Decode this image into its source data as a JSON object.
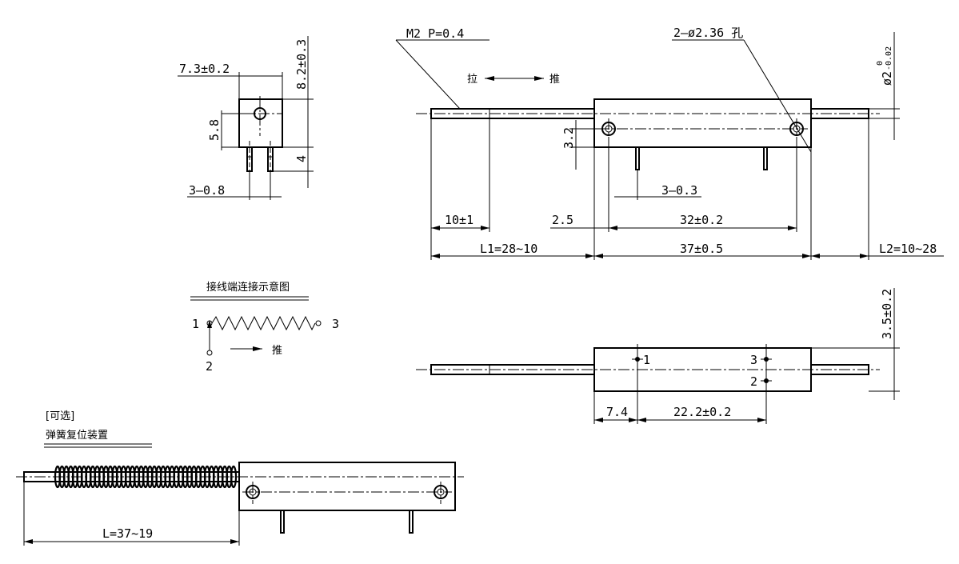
{
  "dimensions": {
    "width_7_3": "7.3±0.2",
    "height_8_2": "8.2±0.3",
    "height_5_8": "5.8",
    "pin_4": "4",
    "pins_3_08": "3–0.8",
    "thread": "M2 P=0.4",
    "holes": "2–ø2.36 孔",
    "shaft_dia": "ø2",
    "shaft_tol_upper": "0",
    "shaft_tol_lower": "-0.02",
    "hole_height_3_2": "3.2",
    "pins_3_03": "3–0.3",
    "len_10": "10±1",
    "len_2_5": "2.5",
    "len_32": "32±0.2",
    "len_L1": "L1=28~10",
    "len_37": "37±0.5",
    "len_L2": "L2=10~28",
    "height_3_5": "3.5±0.2",
    "len_7_4": "7.4",
    "len_22_2": "22.2±0.2",
    "len_L": "L=37~19"
  },
  "labels": {
    "pull": "拉",
    "push": "推",
    "push2": "推",
    "wiring_title": "接线端连接示意图",
    "terminal_1": "1",
    "terminal_2": "2",
    "terminal_3": "3",
    "bottom_pin_1": "1",
    "bottom_pin_2": "2",
    "bottom_pin_3": "3",
    "optional": "[可选]",
    "spring_title": "弹簧复位装置"
  }
}
